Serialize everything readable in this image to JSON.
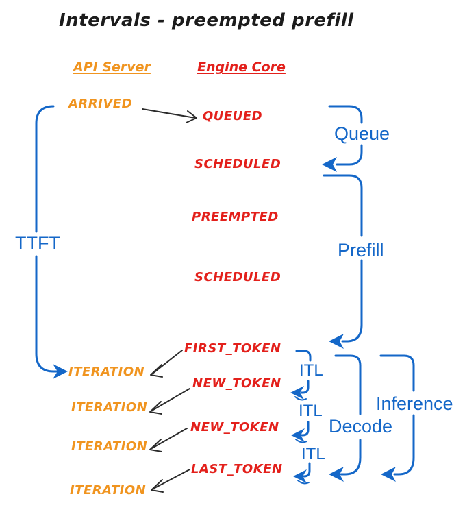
{
  "title": "Intervals - preempted prefill",
  "columns": {
    "api_server": "API Server",
    "engine_core": "Engine Core"
  },
  "events": {
    "api": [
      "ARRIVED",
      "ITERATION",
      "ITERATION",
      "ITERATION",
      "ITERATION"
    ],
    "engine": [
      "QUEUED",
      "SCHEDULED",
      "PREEMPTED",
      "SCHEDULED",
      "FIRST_TOKEN",
      "NEW_TOKEN",
      "NEW_TOKEN",
      "LAST_TOKEN"
    ]
  },
  "intervals": {
    "ttft": "TTFT",
    "queue": "Queue",
    "prefill": "Prefill",
    "itl": [
      "ITL",
      "ITL",
      "ITL"
    ],
    "decode": "Decode",
    "inference": "Inference"
  },
  "colors": {
    "api_accent": "#F0941F",
    "engine_accent": "#E3201B",
    "interval_accent": "#1467C8",
    "ink": "#2B2B2B"
  }
}
